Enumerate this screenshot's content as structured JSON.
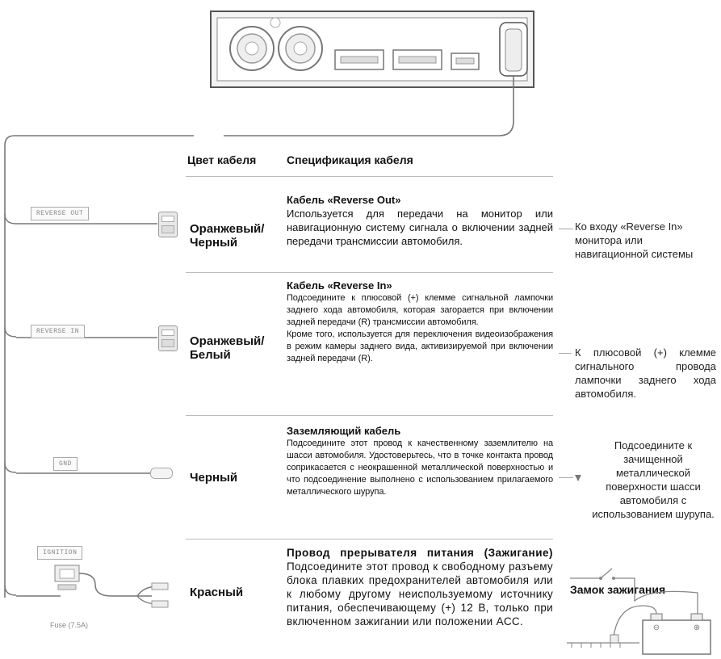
{
  "header": {
    "cable_color": "Цвет кабеля",
    "cable_spec": "Спецификация кабеля"
  },
  "rows": [
    {
      "label": "REVERSE OUT",
      "color": "Оранжевый/\nЧерный",
      "title": "Кабель «Reverse Out»",
      "body": "Используется для передачи на монитор или навигационную систему сигнала о включении задней передачи трансмиссии автомобиля.",
      "note": "Ко входу «Reverse In» монитора или навигационной системы"
    },
    {
      "label": "REVERSE IN",
      "color": "Оранжевый/\nБелый",
      "title": "Кабель «Reverse In»",
      "body": "Подсоедините к плюсовой (+) клемме сигнальной лампочки заднего хода автомобиля, которая загорается при включении задней передачи (R) трансмиссии автомобиля.",
      "body2": "Кроме того, используется для переключения видеоизображения в режим камеры заднего вида, активизируемой при включении задней передачи (R).",
      "note": "К плюсовой (+) клемме сигнального провода лампочки заднего хода автомобиля."
    },
    {
      "label": "GND",
      "color": "Черный",
      "title": "Заземляющий кабель",
      "body": "Подсоедините этот провод к качественному заземлителю на шасси автомобиля. Удостоверьтесь, что в точке контакта провод соприкасается с неокрашенной металлической поверхностью и что подсоединение выполнено с использованием прилагаемого металлического шурупа.",
      "note": "Подсоедините к зачищенной металлической поверхности шасси автомобиля с использованием шурупа."
    },
    {
      "label": "IGNITION",
      "fuse": "Fuse (7.5A)",
      "color": "Красный",
      "title": "Провод прерывателя питания (Зажигание)",
      "body": "Подсоедините этот провод к свободному разъему блока плавких предохранителей автомобиля или к любому другому неиспользуемому источнику питания, обеспечивающему (+) 12 В, только при включенном зажигании или положении ACC.",
      "note": "Замок зажигания"
    }
  ]
}
